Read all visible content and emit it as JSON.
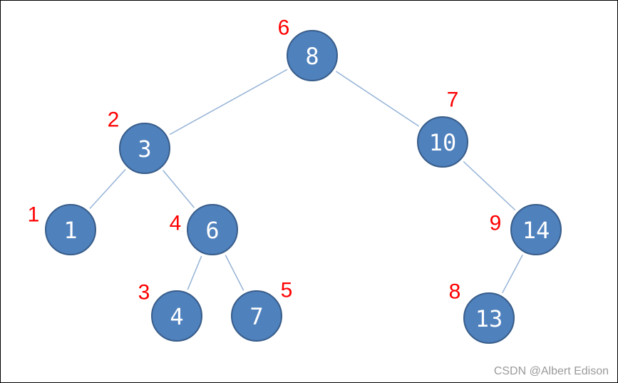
{
  "colors": {
    "node_fill": "#4f81bd",
    "node_stroke": "#385d8a",
    "node_text": "#ffffff",
    "edge": "#95b3d7",
    "order_label": "#ff0000",
    "watermark": "#9a9a9a"
  },
  "nodes": [
    {
      "id": "n8",
      "value": "8",
      "order": "6"
    },
    {
      "id": "n3",
      "value": "3",
      "order": "2"
    },
    {
      "id": "n10",
      "value": "10",
      "order": "7"
    },
    {
      "id": "n1",
      "value": "1",
      "order": "1"
    },
    {
      "id": "n6",
      "value": "6",
      "order": "4"
    },
    {
      "id": "n14",
      "value": "14",
      "order": "9"
    },
    {
      "id": "n4",
      "value": "4",
      "order": "3"
    },
    {
      "id": "n7",
      "value": "7",
      "order": "5"
    },
    {
      "id": "n13",
      "value": "13",
      "order": "8"
    }
  ],
  "edges": [
    {
      "from": "n8",
      "to": "n3"
    },
    {
      "from": "n8",
      "to": "n10"
    },
    {
      "from": "n3",
      "to": "n1"
    },
    {
      "from": "n3",
      "to": "n6"
    },
    {
      "from": "n6",
      "to": "n4"
    },
    {
      "from": "n6",
      "to": "n7"
    },
    {
      "from": "n10",
      "to": "n14"
    },
    {
      "from": "n14",
      "to": "n13"
    }
  ],
  "watermark": "CSDN @Albert Edison"
}
